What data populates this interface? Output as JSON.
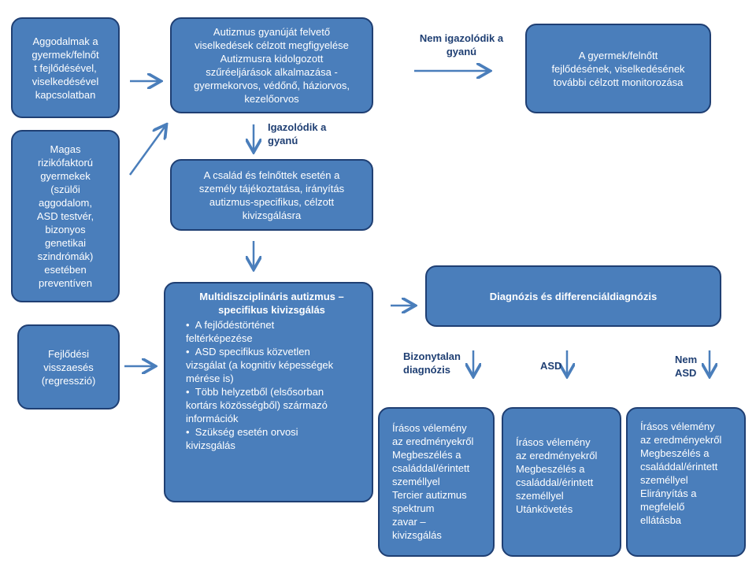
{
  "boxes": {
    "concerns": [
      "Aggodalmak a",
      "gyermek/felnőt",
      "t fejlődésével,",
      "viselkedésével",
      "kapcsolatban"
    ],
    "high_risk": [
      "Magas",
      "rizikófaktorú",
      "gyermekek",
      "(szülői",
      "aggodalom,",
      "ASD testvér,",
      "bizonyos",
      "genetikai",
      "szindrómák)",
      "esetében",
      "preventíven"
    ],
    "regression": [
      "Fejlődési",
      "visszaesés",
      "(regresszió)"
    ],
    "screening": [
      "Autizmus gyanúját felvető",
      "viselkedések célzott megfigyelése",
      "Autizmusra kidolgozott",
      "szűréeljárások alkalmazása -",
      "gyermekorvos, védőnő, háziorvos,",
      "kezelőorvos"
    ],
    "monitoring": [
      "A gyermek/felnőtt",
      "fejlődésének, viselkedésének",
      "további célzott monitorozása"
    ],
    "inform": [
      "A család és felnőttek esetén a",
      "személy tájékoztatása, irányítás",
      "autizmus-specifikus, célzott",
      "kivizsgálásra"
    ],
    "multi": {
      "title": [
        "Multidiszciplináris autizmus –",
        "specifikus kivizsgálás"
      ],
      "bullets": [
        [
          "A fejlődéstörténet",
          "feltérképezése"
        ],
        [
          "ASD specifikus közvetlen",
          "vizsgálat (a kognitív képességek",
          "mérése is)"
        ],
        [
          "Több helyzetből (elsősorban",
          "kortárs közösségből) származó",
          "információk"
        ],
        [
          "Szükség esetén orvosi",
          "kivizsgálás"
        ]
      ]
    },
    "diagnosis": "Diagnózis és differenciáldiagnózis",
    "uncertain": [
      "Írásos vélemény",
      "az eredményekről",
      "Megbeszélés a",
      "családdal/érintett",
      "személlyel",
      "Tercier autizmus",
      "spektrum",
      "zavar –",
      "kivizsgálás"
    ],
    "asd": [
      "Írásos vélemény",
      "az eredményekről",
      "Megbeszélés a",
      "családdal/érintett",
      "személlyel",
      "Utánkövetés"
    ],
    "not_asd": [
      "Írásos vélemény",
      "az eredményekről",
      "Megbeszélés a",
      "családdal/érintett",
      "személlyel",
      "Elirányítás a",
      "megfelelő",
      "ellátásba"
    ]
  },
  "labels": {
    "not_confirmed": [
      "Nem igazolódik a",
      "gyanú"
    ],
    "confirmed": [
      "Igazolódik a",
      "gyanú"
    ],
    "uncertain_dx": [
      "Bizonytalan",
      "diagnózis"
    ],
    "asd": "ASD",
    "not_asd": [
      "Nem",
      "ASD"
    ]
  },
  "colors": {
    "box_fill": "#4a7ebb",
    "box_border": "#1f3f73",
    "arrow": "#4a7ebb",
    "label_text": "#1f3f73"
  }
}
